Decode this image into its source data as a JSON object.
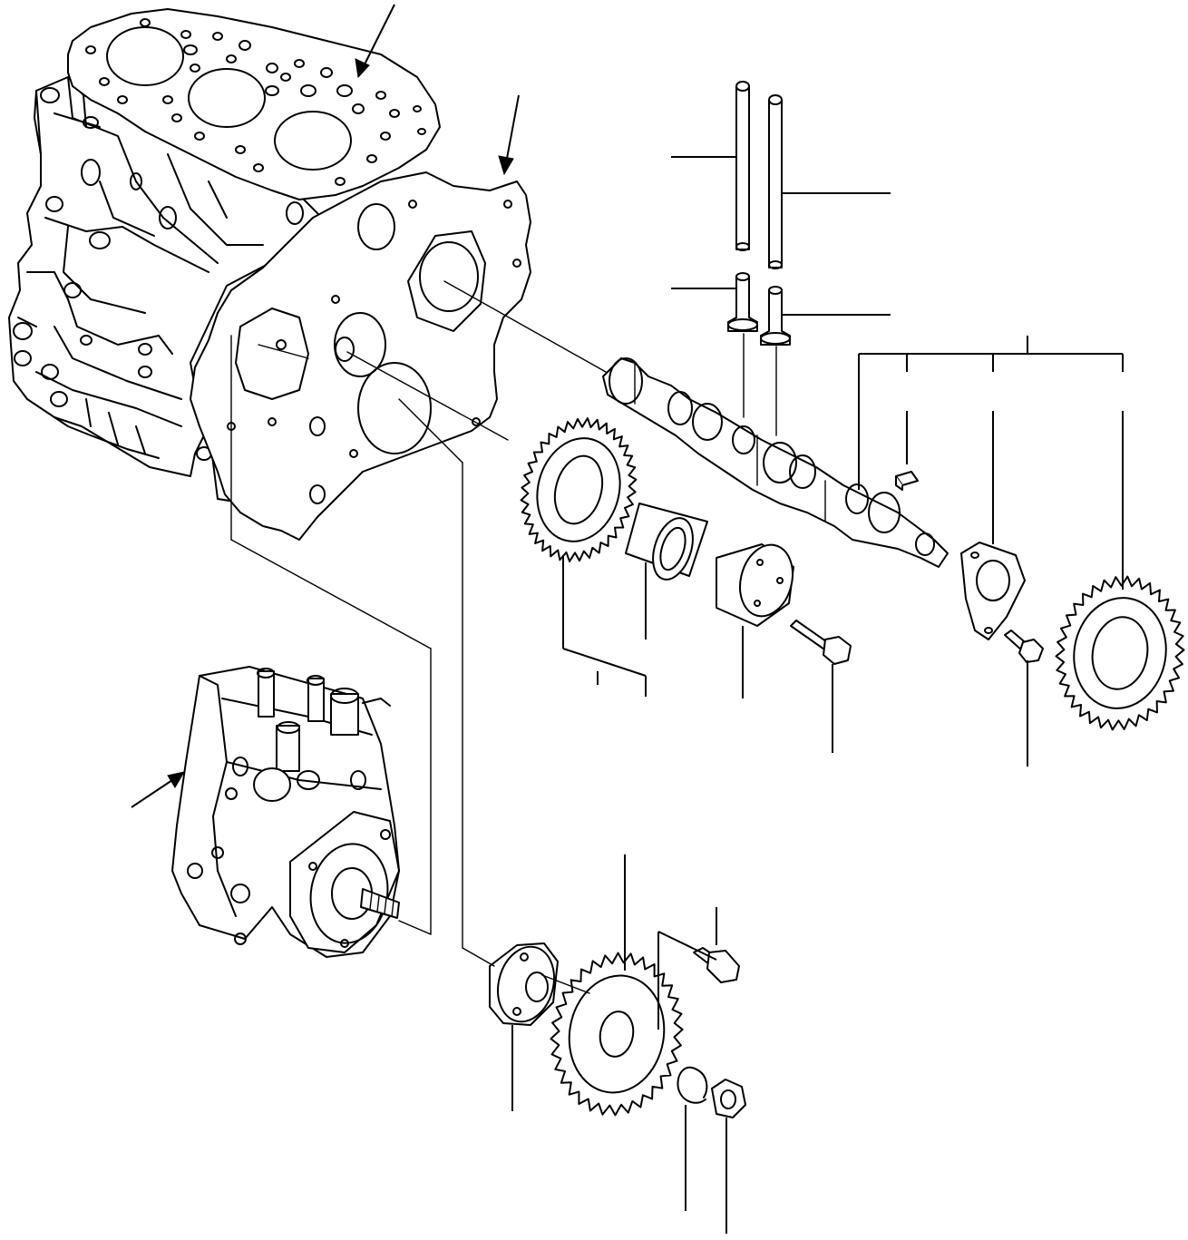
{
  "diagram": {
    "type": "exploded-parts-view",
    "line_color": "#000000",
    "background": "#ffffff",
    "parts": [
      {
        "name": "cylinder-block",
        "icon": "engine-block-icon"
      },
      {
        "name": "cylinder-head-gasket",
        "icon": "gasket-icon"
      },
      {
        "name": "gear-case-plate",
        "icon": "plate-icon"
      },
      {
        "name": "push-rod",
        "icon": "rod-icon",
        "count": 2
      },
      {
        "name": "valve-tappet",
        "icon": "tappet-icon",
        "count": 2
      },
      {
        "name": "camshaft",
        "icon": "camshaft-icon"
      },
      {
        "name": "woodruff-key",
        "icon": "key-icon"
      },
      {
        "name": "thrust-plate",
        "icon": "plate-icon"
      },
      {
        "name": "camshaft-gear",
        "icon": "gear-icon"
      },
      {
        "name": "idler-gear",
        "icon": "gear-icon"
      },
      {
        "name": "idler-bushing",
        "icon": "bushing-icon"
      },
      {
        "name": "idler-shaft",
        "icon": "shaft-icon"
      },
      {
        "name": "idler-bolt",
        "icon": "bolt-icon"
      },
      {
        "name": "thrust-plate-bolt",
        "icon": "bolt-icon"
      },
      {
        "name": "injection-pump",
        "icon": "pump-icon"
      },
      {
        "name": "pump-hub",
        "icon": "hub-icon"
      },
      {
        "name": "injection-pump-gear",
        "icon": "gear-icon"
      },
      {
        "name": "gear-bolt",
        "icon": "bolt-icon"
      },
      {
        "name": "lock-washer",
        "icon": "washer-icon"
      },
      {
        "name": "nut",
        "icon": "nut-icon"
      }
    ]
  }
}
